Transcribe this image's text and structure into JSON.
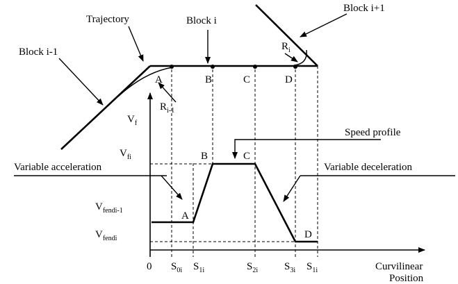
{
  "labels": {
    "trajectory": "Trajectory",
    "block_prev": "Block i-1",
    "block_cur": "Block i",
    "block_next": "Block i+1",
    "r_i_main": "R",
    "r_i_sub": "i",
    "r_im1_main": "R",
    "r_im1_sub": "i-1",
    "vf_main": "V",
    "vf_sub": "f",
    "vfi_main": "V",
    "vfi_sub": "fi",
    "vfendim1_main": "V",
    "vfendim1_sub": "fendi-1",
    "vfendi_main": "V",
    "vfendi_sub": "fendi",
    "speed_profile": "Speed profile",
    "variable_acceleration": "Variable acceleration",
    "variable_deceleration": "Variable deceleration",
    "curvilinear": "Curvilinear",
    "position": "Position"
  },
  "points_top": [
    "A",
    "B",
    "C",
    "D"
  ],
  "points_profile": [
    "A",
    "B",
    "C",
    "D"
  ],
  "x_ticks": [
    {
      "main": "0",
      "sub": ""
    },
    {
      "main": "S",
      "sub": "0i"
    },
    {
      "main": "S",
      "sub": "1i"
    },
    {
      "main": "S",
      "sub": "2i"
    },
    {
      "main": "S",
      "sub": "3i"
    },
    {
      "main": "S",
      "sub": "1i"
    }
  ]
}
